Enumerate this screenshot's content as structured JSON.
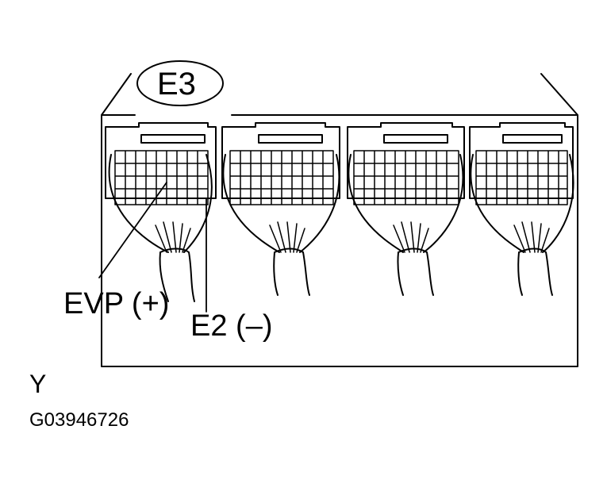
{
  "diagram": {
    "connector_id": "E3",
    "labels": {
      "terminal_positive": "EVP (+)",
      "terminal_negative": "E2 (–)"
    },
    "view_letter": "Y",
    "figure_code": "G03946726",
    "colors": {
      "line": "#000000",
      "background": "#ffffff"
    },
    "connector_count": 4
  }
}
